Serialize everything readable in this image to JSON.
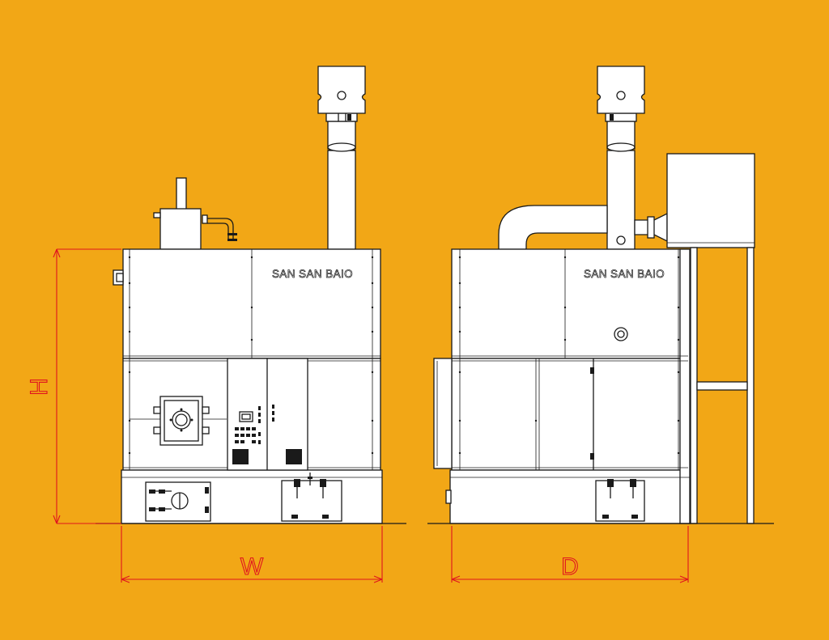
{
  "colors": {
    "background": "#F2A716",
    "line": "#1a1a1a",
    "machine": "#ffffff",
    "dimension": "#e0141f"
  },
  "front_view": {
    "brand_label": "SAN SAN BAIO"
  },
  "side_view": {
    "brand_label": "SAN SAN BAIO"
  },
  "dimensions": {
    "height_label": "H",
    "width_label": "W",
    "depth_label": "D"
  }
}
